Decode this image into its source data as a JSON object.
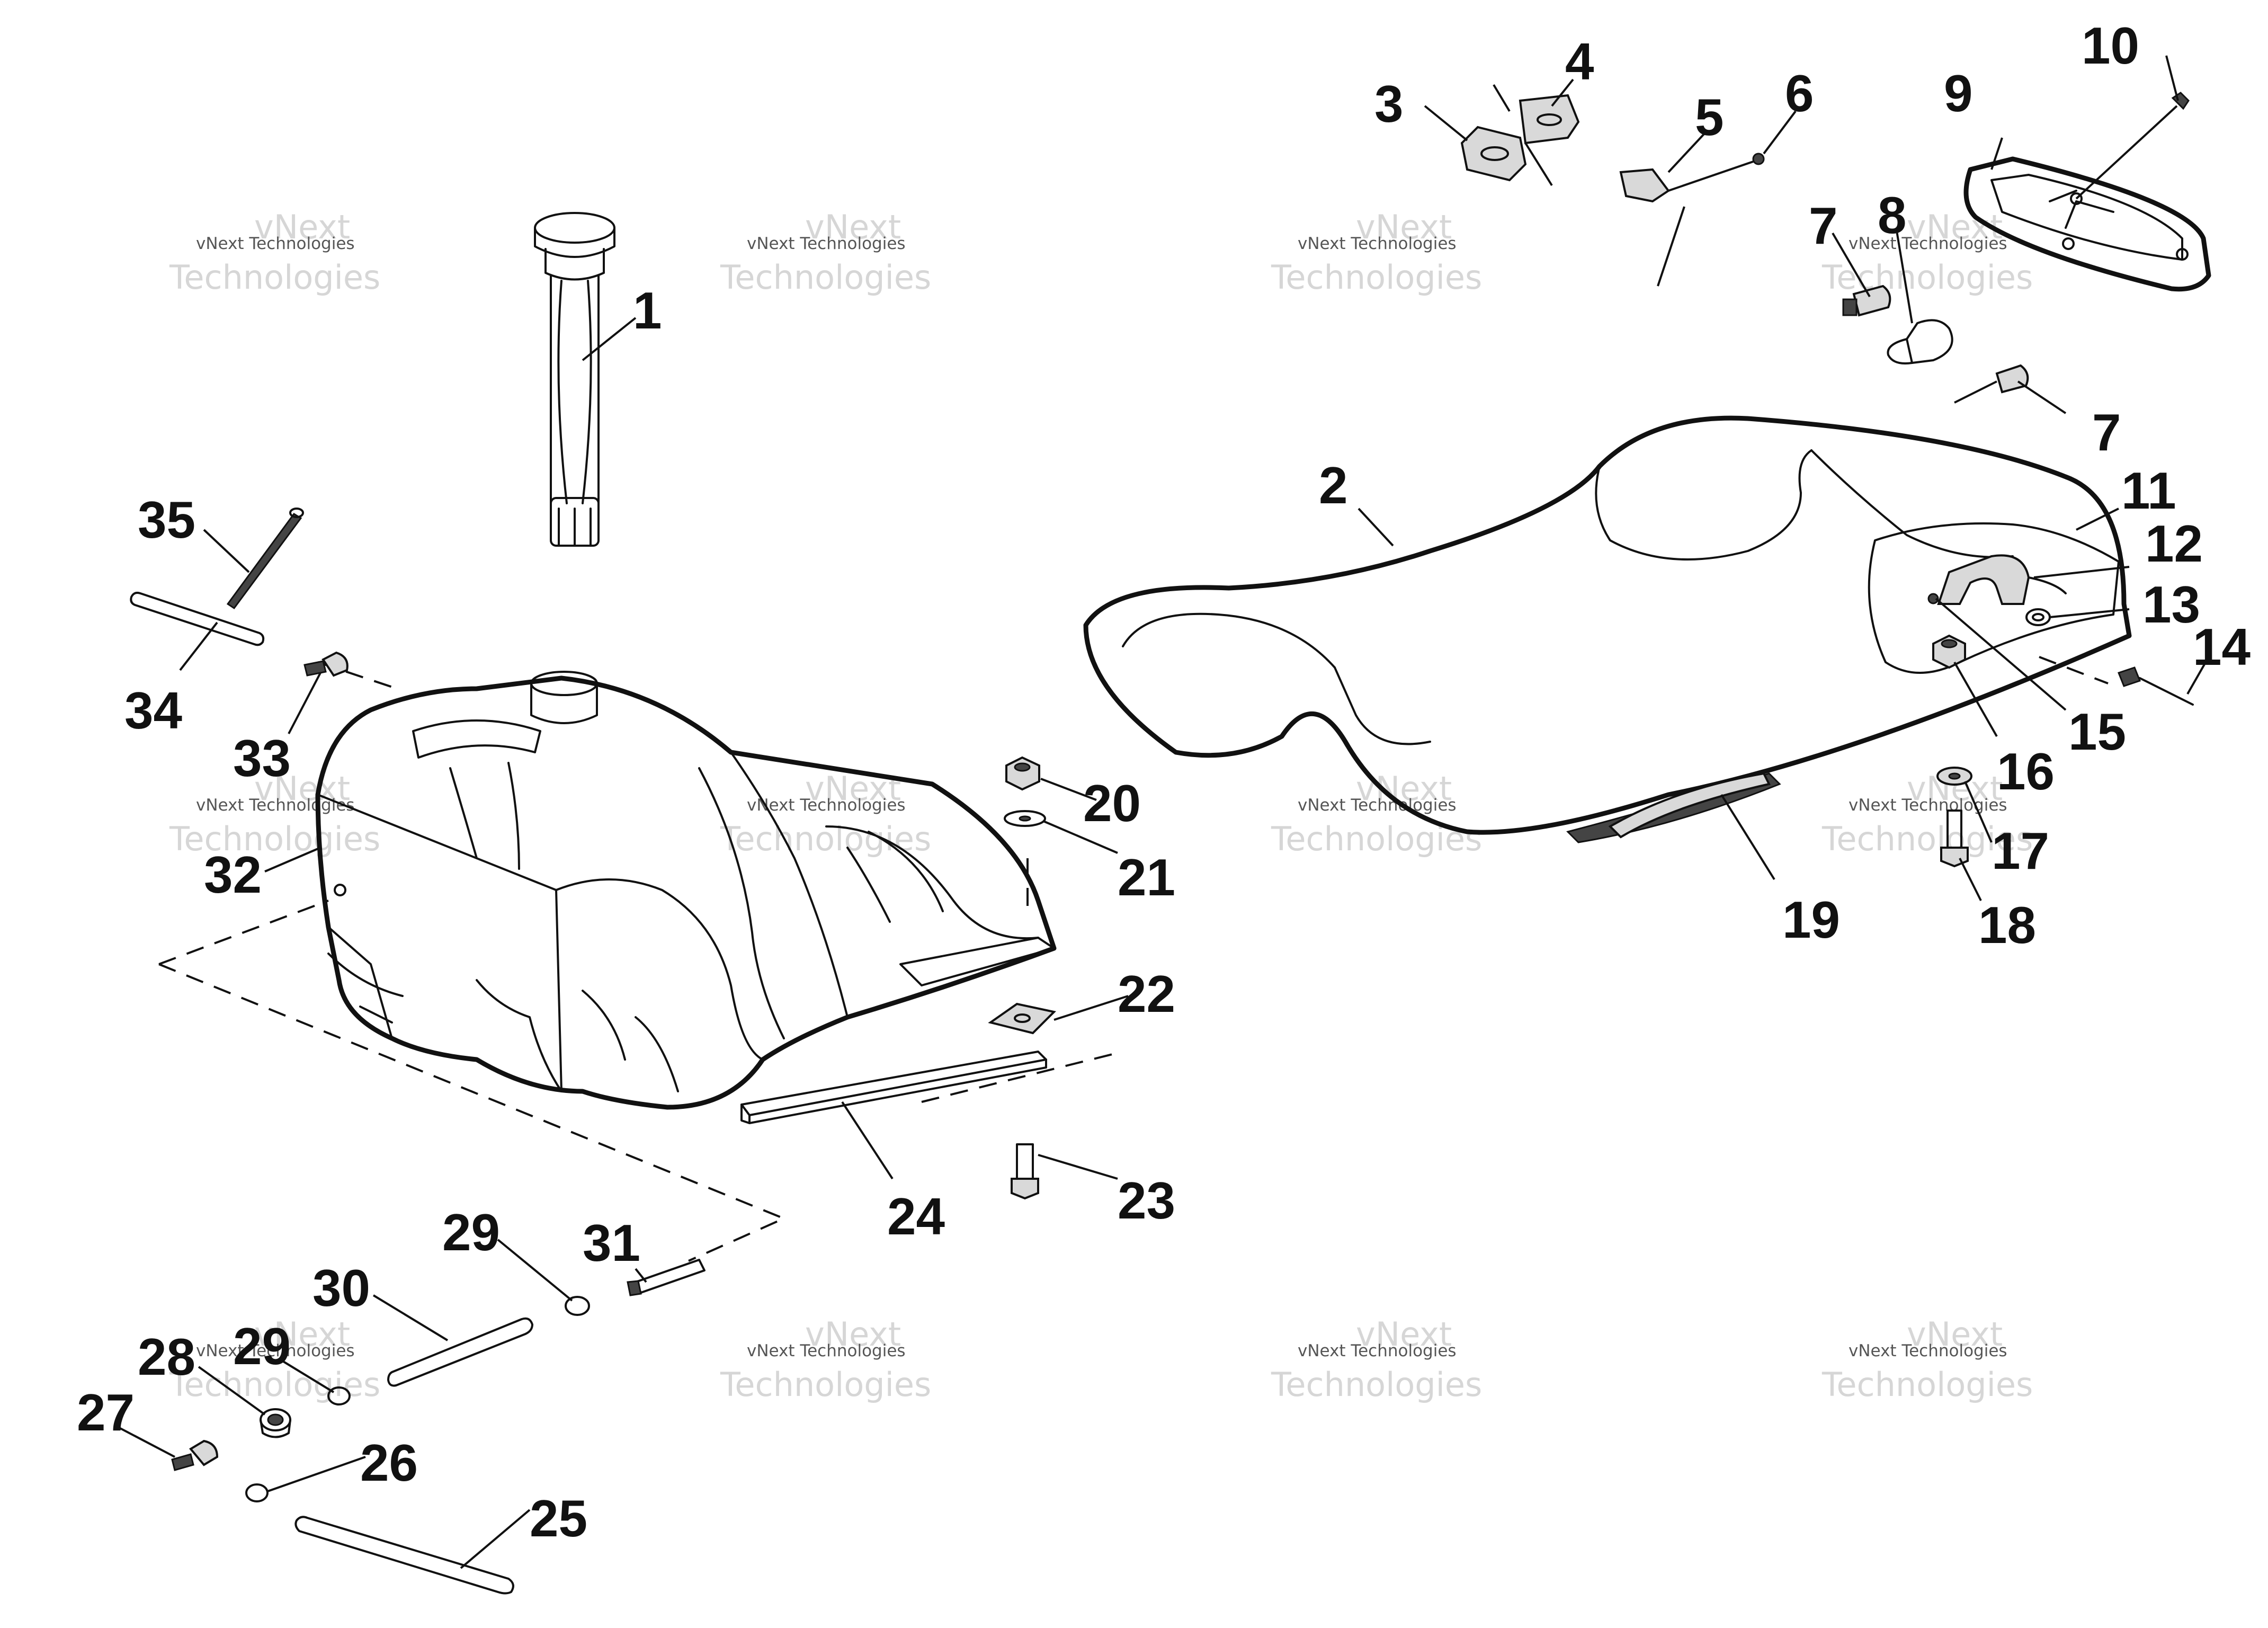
{
  "watermark": {
    "line1": "vNext",
    "line2": "vNext Technologies",
    "line3": "Technologies"
  },
  "callouts": [
    "1",
    "2",
    "3",
    "4",
    "5",
    "6",
    "7",
    "8",
    "9",
    "10",
    "11",
    "12",
    "13",
    "14",
    "15",
    "16",
    "17",
    "18",
    "19",
    "20",
    "21",
    "22",
    "23",
    "24",
    "25",
    "26",
    "27",
    "28",
    "29",
    "30",
    "31",
    "32",
    "33",
    "34",
    "35"
  ]
}
